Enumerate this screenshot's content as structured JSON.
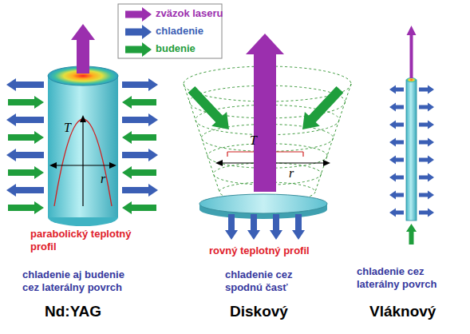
{
  "diagram": {
    "labels": [
      "T",
      "r",
      "parabolický teplotný profil",
      "chladenie aj budenie cez laterálny povrch",
      "Nd:YAG",
      "T",
      "r",
      "rovný teplotný profil",
      "chladenie cez spodnú časť",
      "Diskový",
      "chladenie cez laterálny povrch",
      "Vláknový"
    ],
    "legend": [
      {
        "text": "zväzok laseru",
        "color": "#9b2fae"
      },
      {
        "text": "chladenie",
        "color": "#3b5fb5"
      },
      {
        "text": "budenie",
        "color": "#1f9e3c"
      }
    ]
  }
}
